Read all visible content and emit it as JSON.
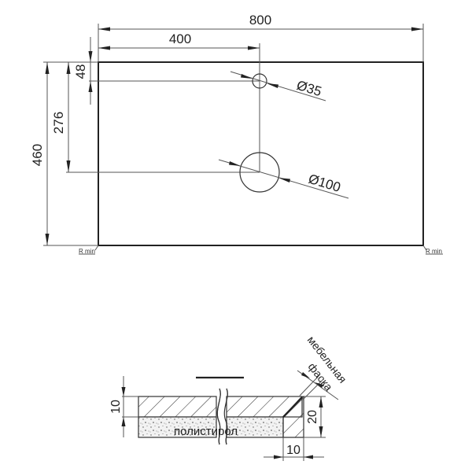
{
  "top_view": {
    "dimensions": {
      "overall_width": "800",
      "hole_offset_x": "400",
      "small_hole_offset_y": "48",
      "large_hole_offset_y": "276",
      "overall_depth": "460"
    },
    "holes": [
      {
        "label": "Ø35",
        "diameter": 35
      },
      {
        "label": "Ø100",
        "diameter": 100
      }
    ],
    "corner_labels": {
      "left": "R min",
      "right": "R min"
    }
  },
  "section_view": {
    "dimensions": {
      "top_layer_thickness": "10",
      "edge_height": "20",
      "edge_width": "10"
    },
    "core_material_label": "полистирол",
    "chamfer_label_line1": "мебельная",
    "chamfer_label_line2": "фаска"
  },
  "colors": {
    "line": "#222222",
    "dim_line": "#555555",
    "background": "#ffffff"
  }
}
